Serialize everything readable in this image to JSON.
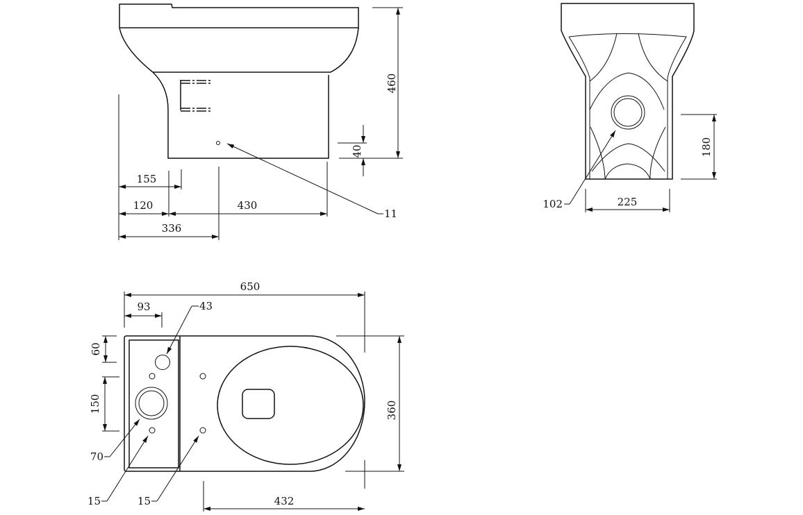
{
  "side_view": {
    "dimensions": {
      "height_total": "460",
      "inlet_height": "40",
      "offset_155": "155",
      "offset_120": "120",
      "base_length": "430",
      "outlet_offset": "336"
    },
    "callouts": {
      "inlet_hole": "11"
    }
  },
  "rear_view": {
    "dimensions": {
      "outlet_height": "180",
      "base_width": "225"
    },
    "callouts": {
      "outlet_diameter": "102"
    }
  },
  "top_view": {
    "dimensions": {
      "overall_length": "650",
      "cistern_depth": "93",
      "hole_offset": "60",
      "hole_spacing": "150",
      "overall_width": "360",
      "pan_fix_span": "432"
    },
    "callouts": {
      "fill_valve_hole": "43",
      "flush_valve_hole": "70",
      "cistern_bolt_hole": "15",
      "pan_fix_hole": "15"
    }
  },
  "colors": {
    "line": "#111111",
    "background": "#ffffff"
  }
}
